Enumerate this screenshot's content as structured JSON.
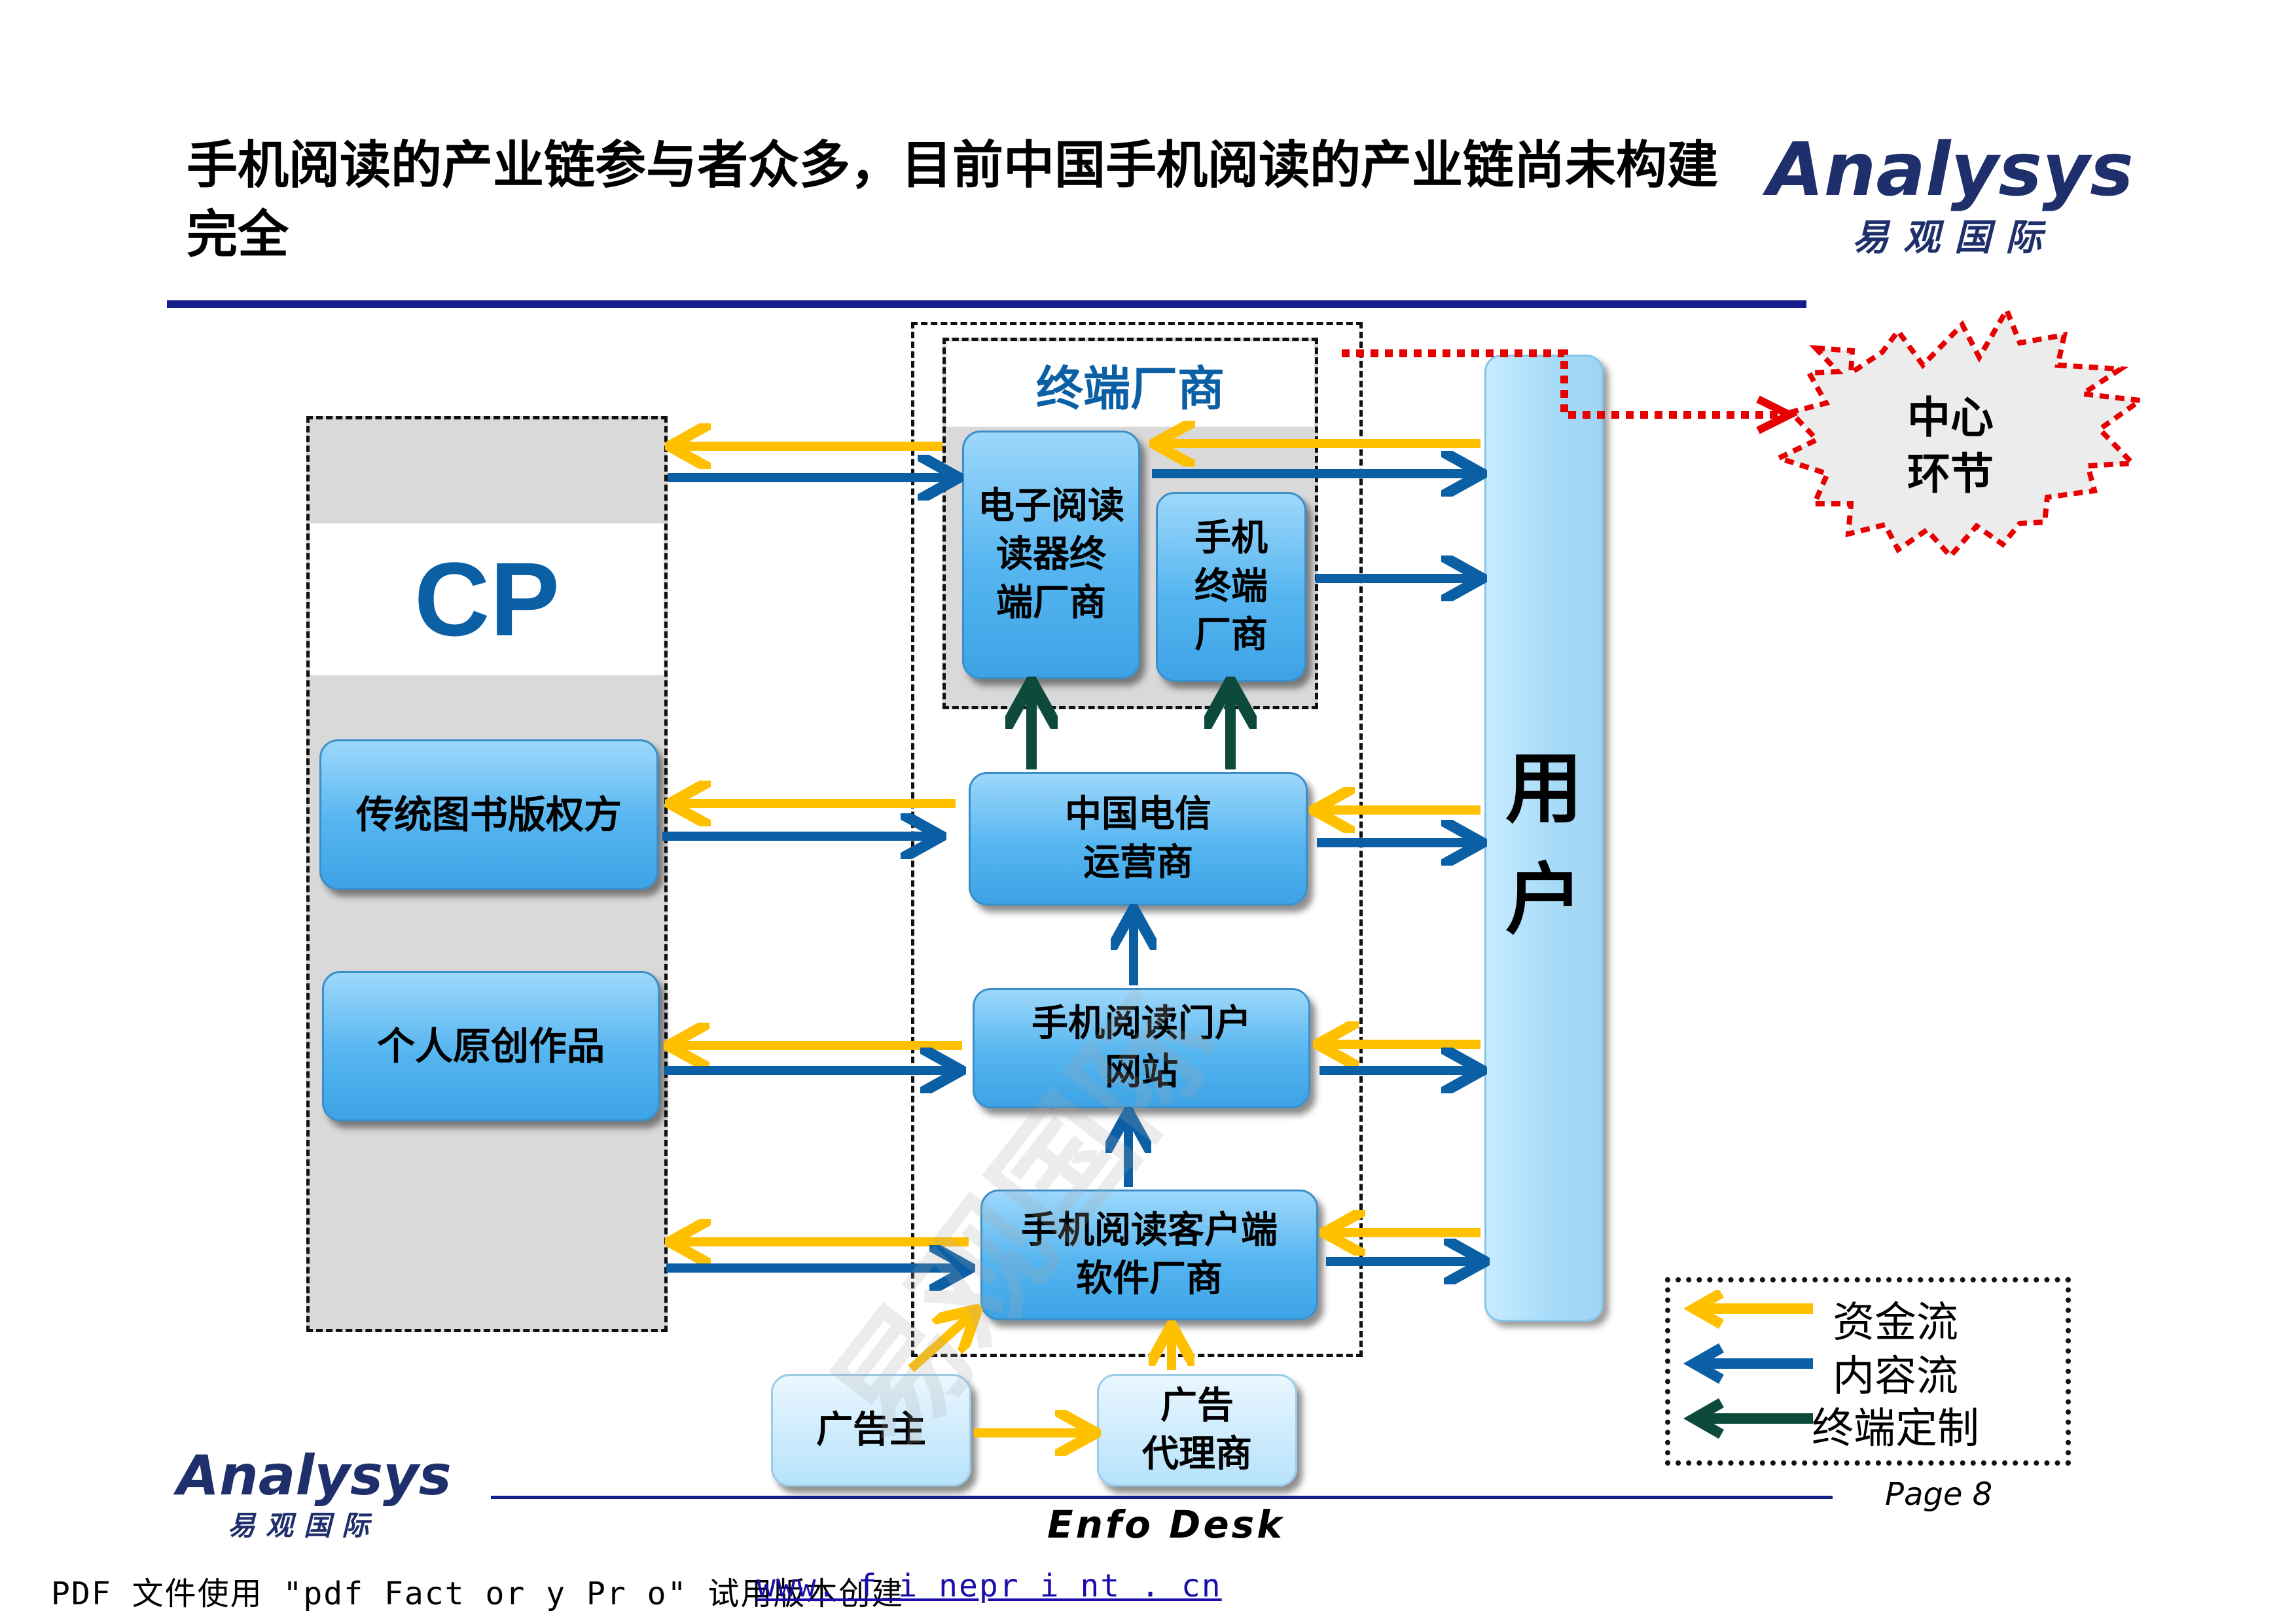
{
  "title": "手机阅读的产业链参与者众多，目前中国手机阅读的产业链尚未构建完全",
  "logo": {
    "brand": "Analysys",
    "sub": "易观国际"
  },
  "cp": {
    "label": "CP",
    "items": [
      "传统图书版权方",
      "个人原创作品"
    ]
  },
  "terminal_group": {
    "label": "终端厂商",
    "items": [
      "电子阅读\n读器终\n端厂商",
      "手机\n终端\n厂商"
    ]
  },
  "middle": {
    "operator": "中国电信\n运营商",
    "portal": "手机阅读门户\n网站",
    "client": "手机阅读客户端\n软件厂商"
  },
  "ads": {
    "advertiser": "广告主",
    "agency": "广告\n代理商"
  },
  "user": {
    "label": "用\n户"
  },
  "center": {
    "label": "中心\n环节"
  },
  "legend": {
    "items": [
      {
        "label": "资金流",
        "color": "#ffc000"
      },
      {
        "label": "内容流",
        "color": "#0b5fa5"
      },
      {
        "label": "终端定制",
        "color": "#0d4a3c"
      }
    ]
  },
  "footer": {
    "brand": "Enfo Desk",
    "page": "Page 8",
    "pdf_note": "PDF  文件使用 \"pdf Fact or y  Pr o\"  试用版本创建",
    "pdf_link": "www. f i nepr i nt . cn"
  },
  "colors": {
    "money": "#ffc000",
    "content": "#0b5fa5",
    "custom": "#0d4a3c",
    "center_red": "#e60000",
    "rule": "#141e8c"
  }
}
